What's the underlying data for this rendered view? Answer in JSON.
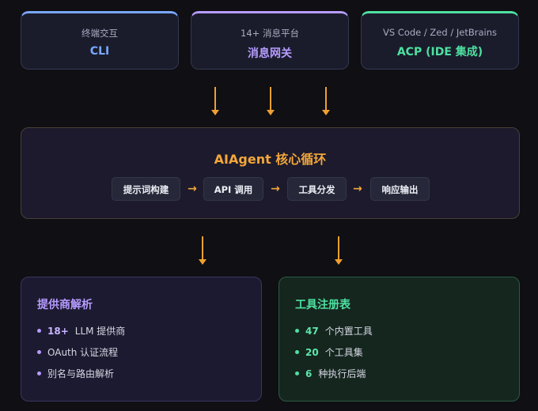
{
  "top_cards": [
    {
      "sub": "终端交互",
      "main": "CLI"
    },
    {
      "sub": "14+ 消息平台",
      "main": "消息网关"
    },
    {
      "sub": "VS Code / Zed / JetBrains",
      "main": "ACP (IDE 集成)"
    }
  ],
  "core": {
    "title": "AIAgent 核心循环",
    "steps": [
      "提示词构建",
      "API 调用",
      "工具分发",
      "响应输出"
    ],
    "arrow_glyph": "→"
  },
  "provider_card": {
    "title": "提供商解析",
    "items": [
      {
        "num": "18+",
        "text": "LLM 提供商"
      },
      {
        "num": "",
        "text": "OAuth 认证流程"
      },
      {
        "num": "",
        "text": "别名与路由解析"
      }
    ]
  },
  "tools_card": {
    "title": "工具注册表",
    "items": [
      {
        "num": "47",
        "text": "个内置工具"
      },
      {
        "num": "20",
        "text": "个工具集"
      },
      {
        "num": "6",
        "text": "种执行后端"
      }
    ]
  },
  "colors": {
    "cli": "#7aa8ff",
    "gateway": "#b69cff",
    "acp": "#4ee0a0",
    "core_accent": "#f3a63a",
    "background": "#0f0f14"
  }
}
